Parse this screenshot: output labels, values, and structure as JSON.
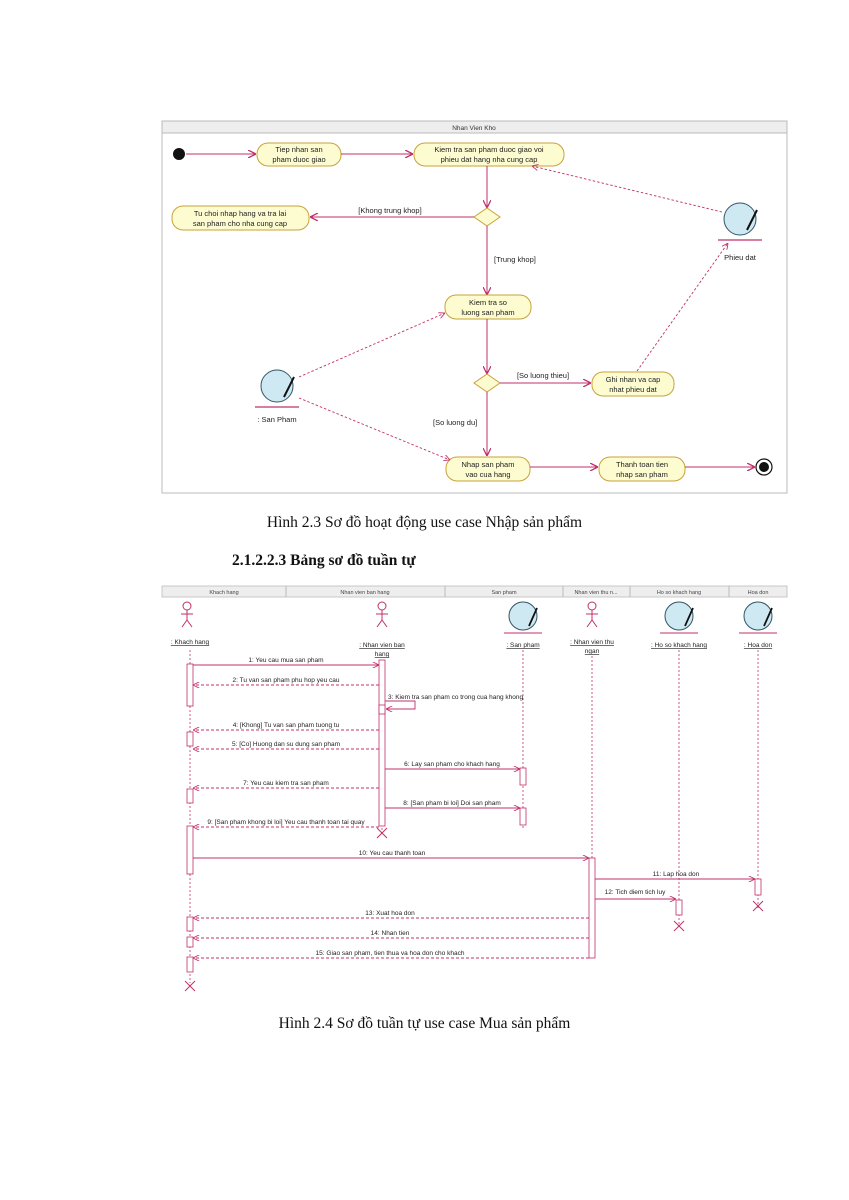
{
  "activity_diagram": {
    "lane_title": "Nhan Vien Kho",
    "nodes": {
      "receive": [
        "Tiep nhan san",
        "pham duoc giao"
      ],
      "check_order": [
        "Kiem tra san pham duoc giao voi",
        "phieu dat hang nha cung cap"
      ],
      "reject": [
        "Tu choi nhap hang va tra lai",
        "san pham cho nha cung cap"
      ],
      "check_qty": [
        "Kiem tra so",
        "luong san pham"
      ],
      "record": [
        "Ghi nhan va cap",
        "nhat phieu dat"
      ],
      "import": [
        "Nhap san pham",
        "vao cua hang"
      ],
      "pay": [
        "Thanh toan tien",
        "nhap san pham"
      ]
    },
    "guards": {
      "mismatch": "[Khong trung khop]",
      "match": "[Trung khop]",
      "short": "[So luong thieu]",
      "enough": "[So luong du]"
    },
    "entities": {
      "order": "Phieu dat",
      "product": ": San Pham"
    }
  },
  "caption_activity": "Hình 2.3 Sơ đồ hoạt động use case Nhập sản phẩm",
  "section_heading": "2.1.2.2.3   Bảng sơ đồ tuần tự",
  "sequence_diagram": {
    "lane_headers": [
      "Khach hang",
      "Nhan vien ban hang",
      "San pham",
      "Nhan vien thu n...",
      "Ho so khach hang",
      "Hoa don"
    ],
    "lifelines": {
      "customer": [
        ": Khach hang"
      ],
      "sales": [
        ": Nhan vien ban",
        "hang"
      ],
      "product": [
        ": San pham"
      ],
      "cashier": [
        ": Nhan vien thu",
        "ngan"
      ],
      "profile": [
        ": Ho so khach hang"
      ],
      "invoice": [
        ": Hoa don"
      ]
    },
    "messages": [
      "1: Yeu cau mua san pham",
      "2: Tu van san pham phu hop yeu cau",
      "3: Kiem tra san pham co trong cua hang khong",
      "4: [Khong] Tu van san pham tuong tu",
      "5: [Co] Huong dan su dung san pham",
      "6: Lay san pham cho khach hang",
      "7: Yeu cau kiem tra san pham",
      "8: [San pham bi loi] Doi san pham",
      "9: [San pham khong bi loi] Yeu cau thanh toan tai quay",
      "10: Yeu cau thanh toan",
      "11: Lap hoa don",
      "12: Tich diem tich luy",
      "13: Xuat hoa don",
      "14: Nhan tien",
      "15: Giao san pham, tien thua va hoa don cho khach"
    ]
  },
  "caption_sequence": "Hình 2.4 Sơ đồ tuần tự use case Mua sản phẩm"
}
